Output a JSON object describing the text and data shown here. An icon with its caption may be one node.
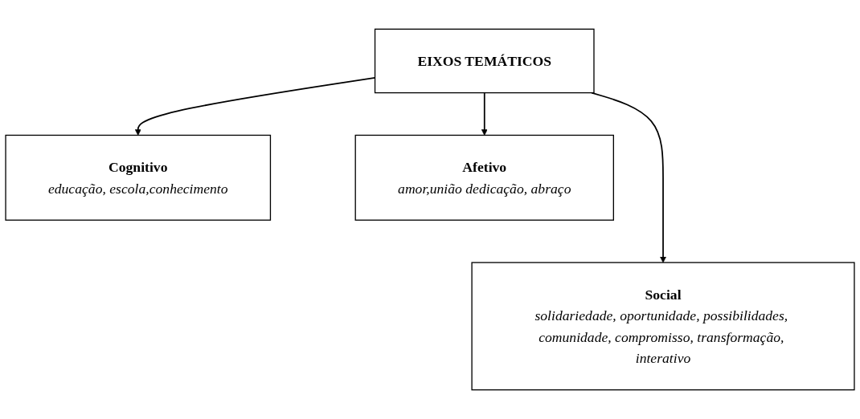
{
  "diagram": {
    "nodes": [
      {
        "text": [
          "EIXOS TEMÁTICOS"
        ]
      },
      {
        "text": [
          "Cognitivo",
          "educação, escola,conhecimento"
        ]
      },
      {
        "text": [
          "Afetivo",
          "amor,união dedicação,  abraço"
        ]
      },
      {
        "text": [
          "Social",
          "solidariedade, oportunidade, possibilidades, comunidade, compromisso, transformação, interativo"
        ]
      }
    ],
    "edges": [
      {
        "from": 0,
        "to": 1,
        "arrow": "to"
      },
      {
        "from": 0,
        "to": 2,
        "arrow": "to"
      },
      {
        "from": 0,
        "to": 3,
        "arrow": "to"
      }
    ]
  }
}
